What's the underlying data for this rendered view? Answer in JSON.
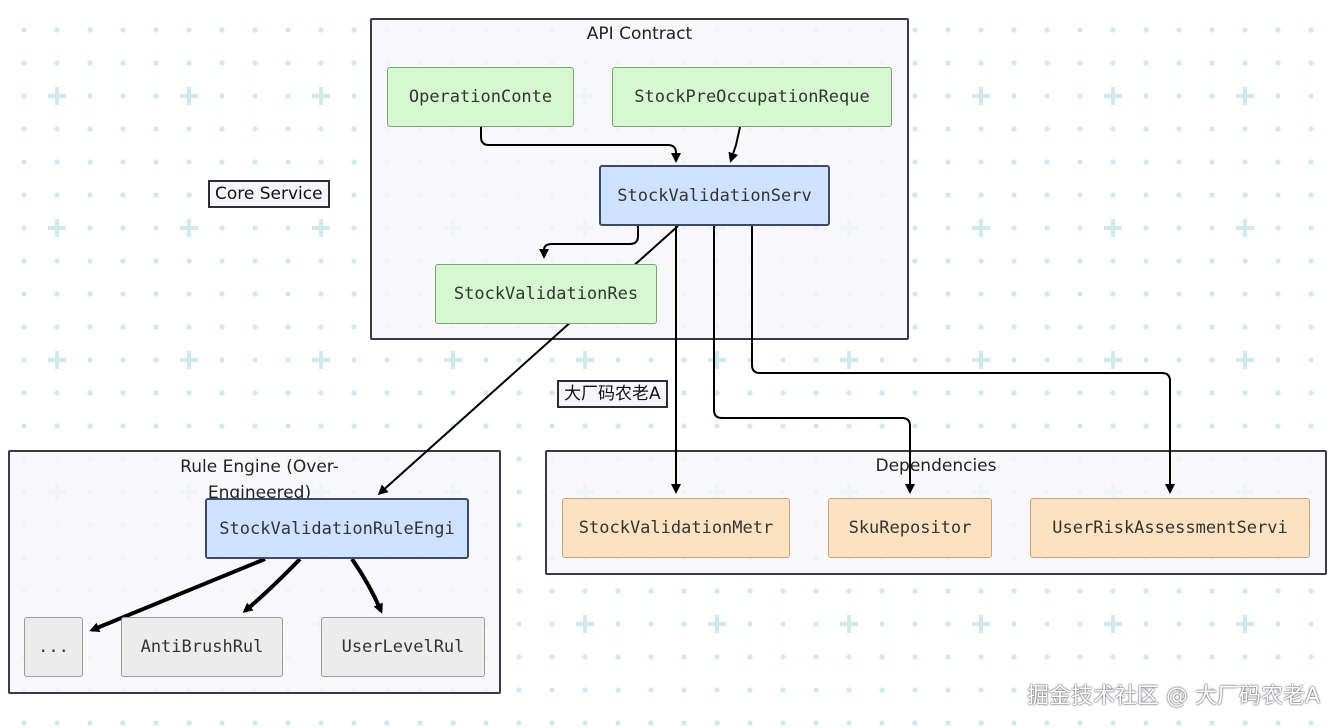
{
  "clusters": {
    "api": {
      "title": "API Contract"
    },
    "rule": {
      "title": "Rule Engine (Over-Engineered)"
    },
    "deps": {
      "title": "Dependencies"
    }
  },
  "nodes": {
    "operation_context": "OperationConte",
    "stock_pre_occupation_request": "StockPreOccupationReque",
    "stock_validation_service": "StockValidationServ",
    "stock_validation_result": "StockValidationRes",
    "stock_validation_rule_engine": "StockValidationRuleEngi",
    "ellipsis": "...",
    "anti_brush_rule": "AntiBrushRul",
    "user_level_rule": "UserLevelRul",
    "stock_validation_metrics": "StockValidationMetr",
    "sku_repository": "SkuRepositor",
    "user_risk_assessment_service": "UserRiskAssessmentServi"
  },
  "labels": {
    "core_service": "Core Service",
    "author_tag": "大厂码农老A"
  },
  "watermark": "掘金技术社区 @ 大厂码农老A",
  "colors": {
    "green_fill": "#d5f8d0",
    "blue_fill": "#cfe2ff",
    "orange_fill": "#fde2c2",
    "gray_fill": "#ececec",
    "edge": "#000000",
    "grid_mark": "#cfe9ec"
  }
}
